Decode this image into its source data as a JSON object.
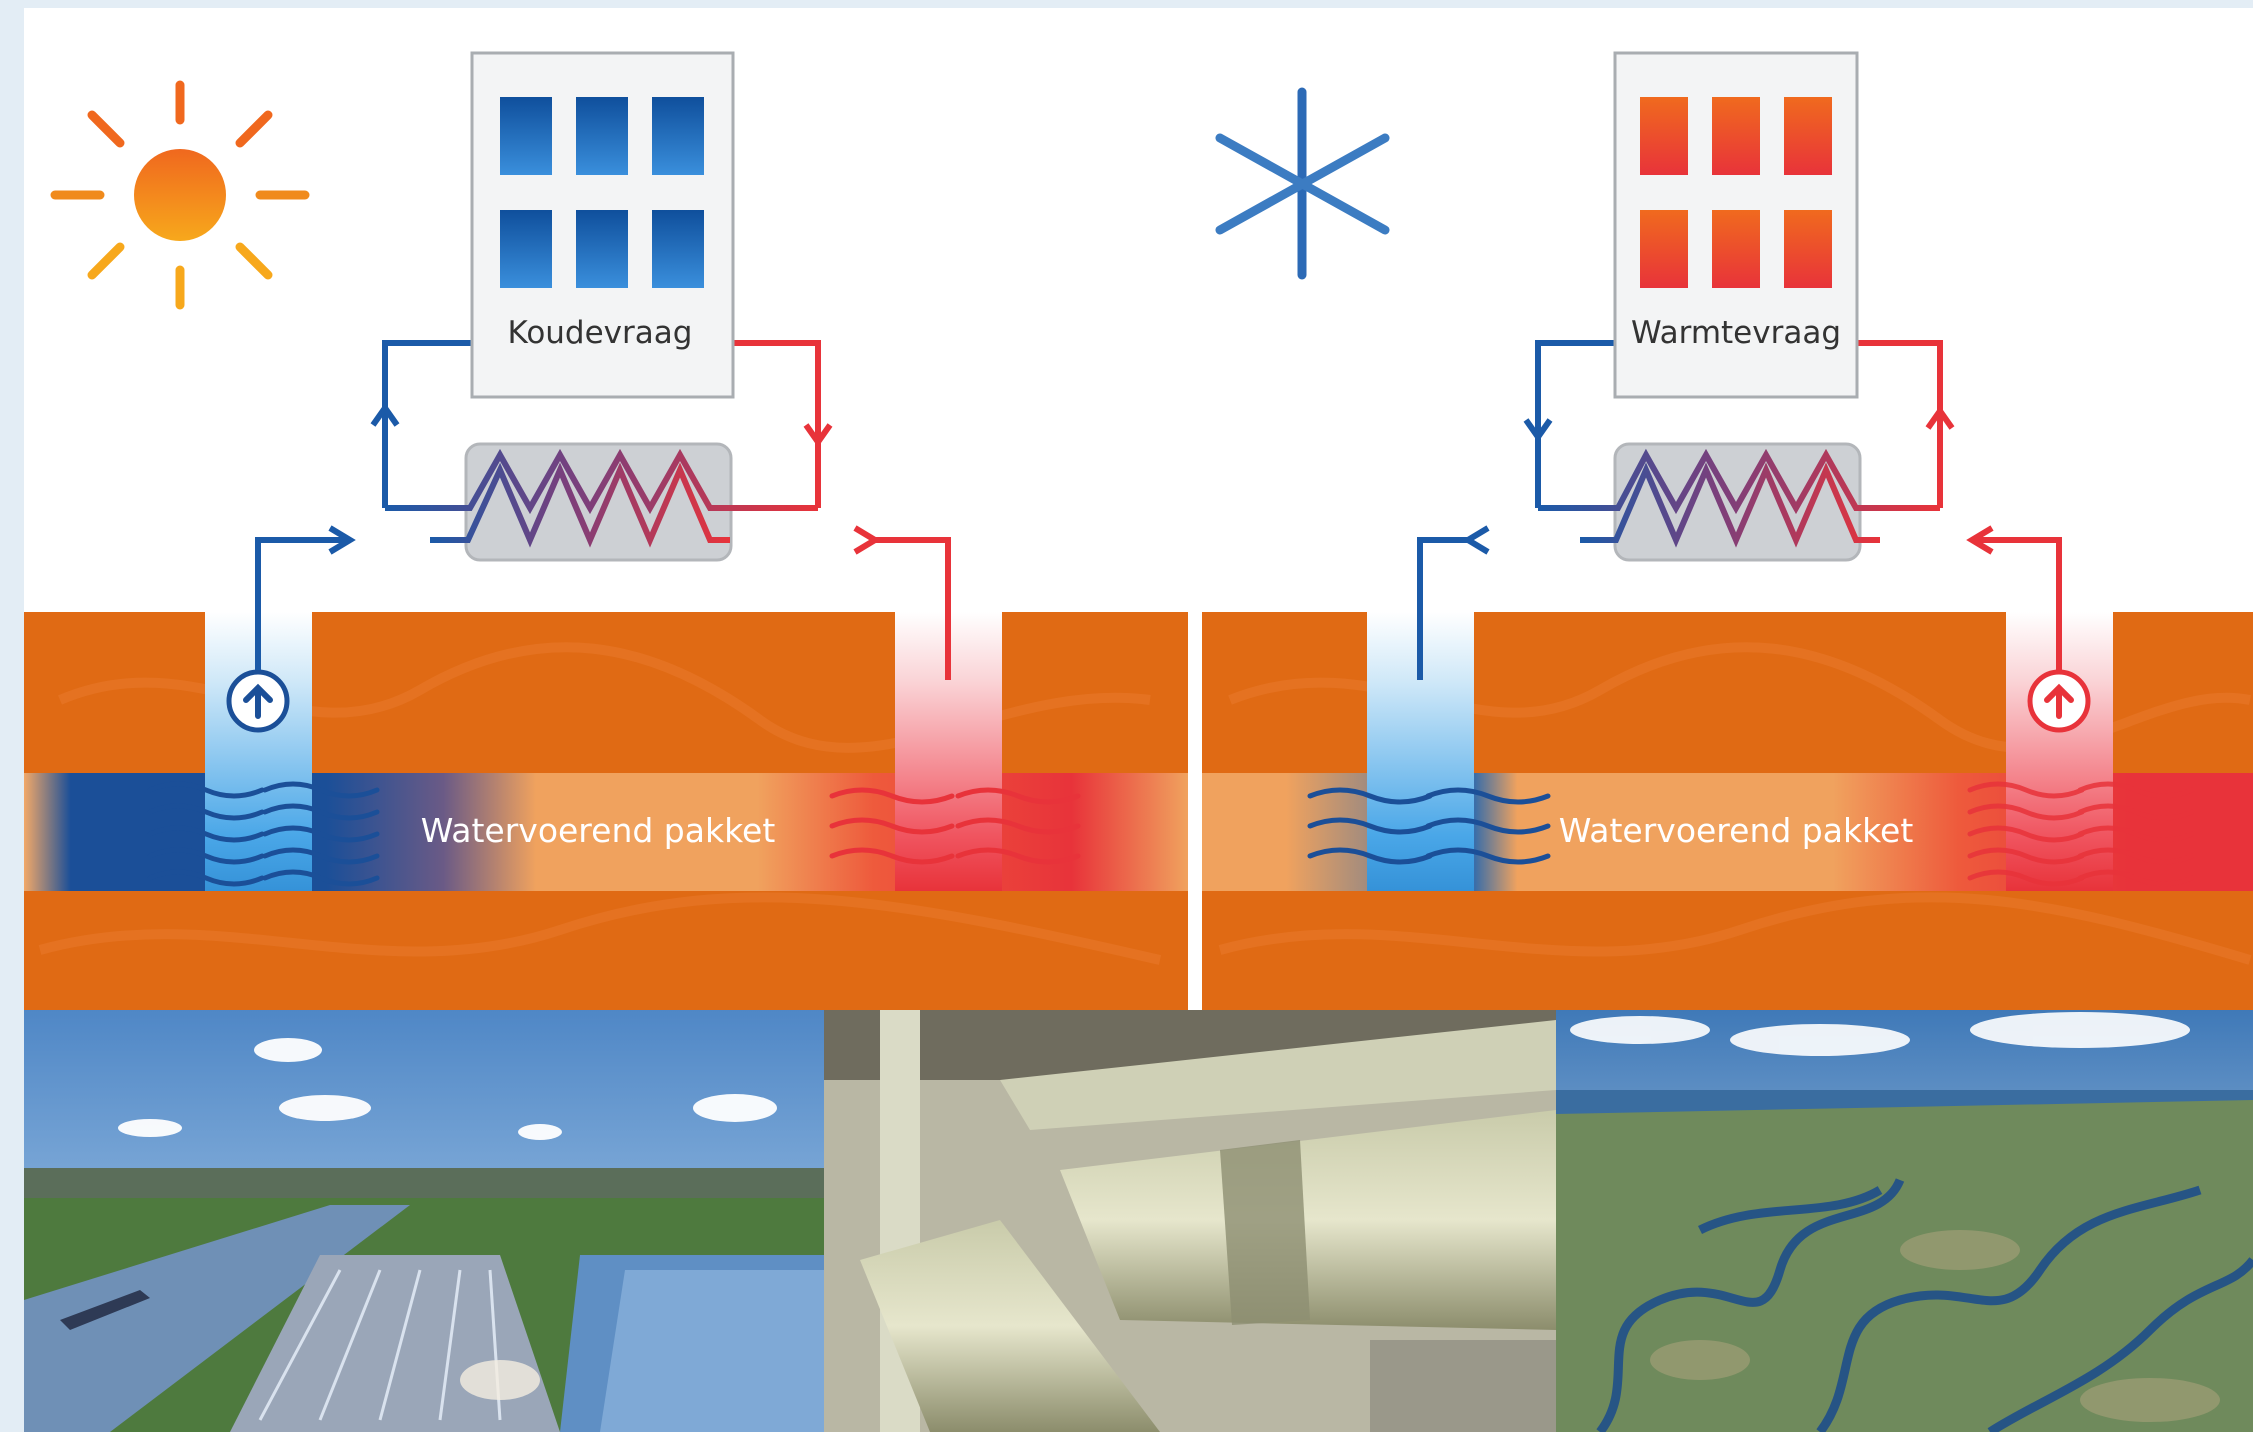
{
  "summer_panel": {
    "season_icon": "sun-icon",
    "building_label": "Koudevraag",
    "aquifer_label": "Watervoerend pakket",
    "window_color": "#1b63b5",
    "pumping_well": "cold"
  },
  "winter_panel": {
    "season_icon": "snowflake-icon",
    "building_label": "Warmtevraag",
    "aquifer_label": "Watervoerend pakket",
    "window_color": "#ea3a2a",
    "pumping_well": "warm"
  },
  "colors": {
    "ground": "#e06a14",
    "aquifer": "#f0a25e",
    "cold": "#1b5aa8",
    "cold_light": "#4aa7e8",
    "warm": "#e8333a",
    "sun": "#f08a1c",
    "snow": "#3c7cc2",
    "background": "#e3edf5"
  },
  "photos": [
    {
      "name": "photo-water-treatment-aerial",
      "subject": "aerial view of canal and water treatment plant"
    },
    {
      "name": "photo-pipelines",
      "subject": "large pipelines in pump station"
    },
    {
      "name": "photo-dune-landscape",
      "subject": "aerial view of dune water catchment area"
    }
  ]
}
